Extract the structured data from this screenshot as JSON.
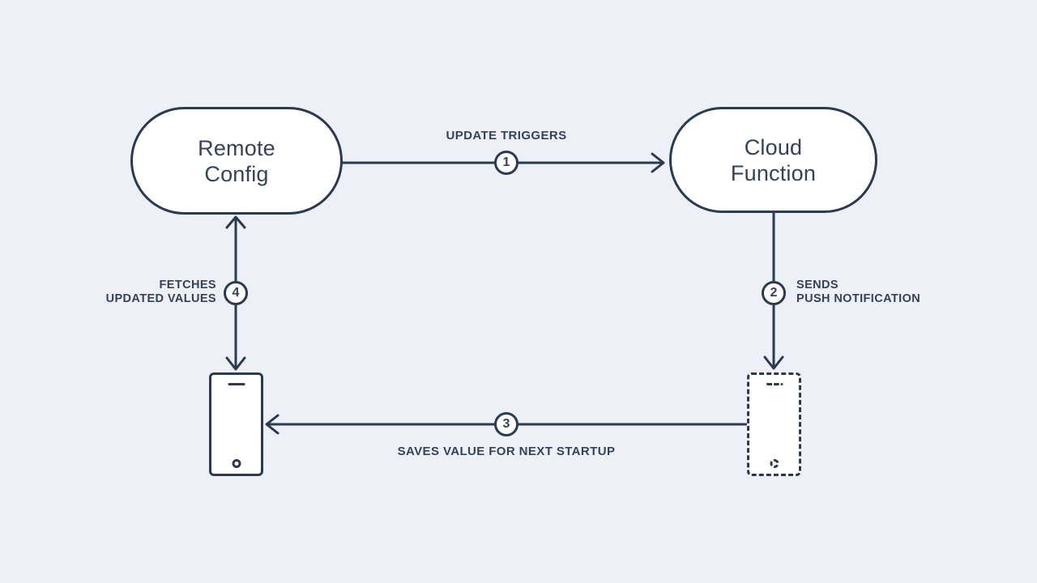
{
  "colors": {
    "bg": "#edf0f6",
    "stroke": "#2b3a50",
    "text": "#35425a",
    "fill": "#ffffff"
  },
  "nodes": {
    "remote_config": {
      "label": "Remote Config"
    },
    "cloud_function": {
      "label": "Cloud Function"
    },
    "device_left": {
      "icon": "phone-solid-icon"
    },
    "device_right": {
      "icon": "phone-dashed-icon"
    }
  },
  "edges": {
    "update_triggers": {
      "step": "1",
      "label": "UPDATE TRIGGERS"
    },
    "sends_push": {
      "step": "2",
      "line1": "SENDS",
      "line2": "PUSH NOTIFICATION"
    },
    "saves_value": {
      "step": "3",
      "label": "SAVES VALUE FOR NEXT STARTUP"
    },
    "fetches_values": {
      "step": "4",
      "line1": "FETCHES",
      "line2": "UPDATED VALUES"
    }
  }
}
